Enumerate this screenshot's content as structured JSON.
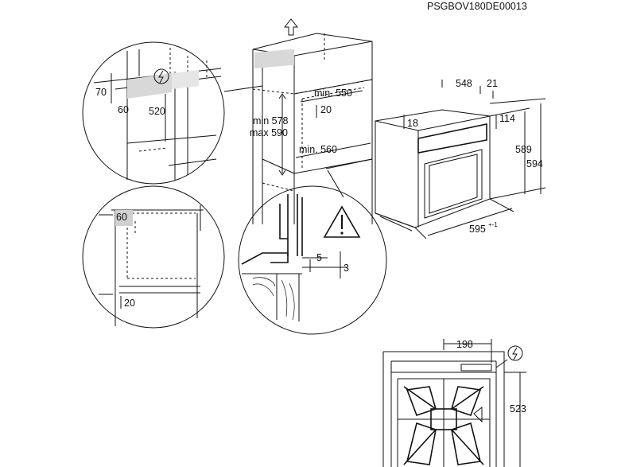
{
  "document_code": "PSGBOV180DE00013",
  "icons": {
    "lightning": "electrical-connection-icon",
    "warning": "warning-triangle-icon",
    "up_arrow": "lift-arrow-icon"
  },
  "dimensions": {
    "cabinet_depth": "548",
    "front_offset": "21",
    "top_gap": "18",
    "front_panel_h": "114",
    "oven_height_589": "589",
    "oven_height_594": "594",
    "oven_width": "595",
    "oven_width_tol": "+-1",
    "niche_depth": "min. 550",
    "niche_gap": "20",
    "niche_height_min": "min 578",
    "niche_height_max": "max 590",
    "niche_width": "min. 560",
    "detail_70": "70",
    "detail_60_top": "60",
    "detail_520": "520",
    "detail_60_bottom": "60",
    "detail_20": "20",
    "detail_5": "5",
    "detail_3": "3",
    "back_198": "198",
    "back_523": "523"
  }
}
